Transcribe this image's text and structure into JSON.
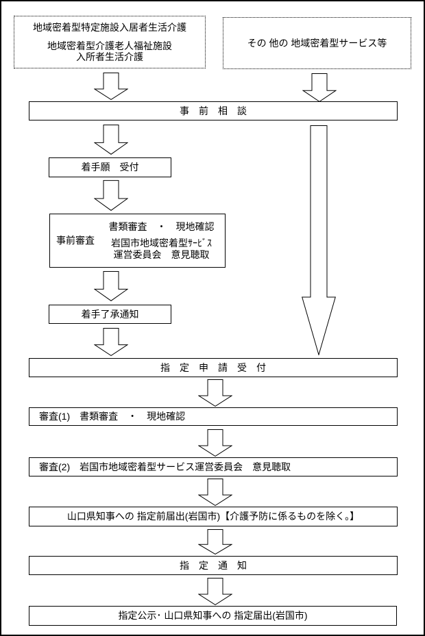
{
  "diagram": {
    "source_left": {
      "line1": "地域密着型特定施設入居者生活介護",
      "line2": "地域密着型介護老人福祉施設",
      "line3": "入所者生活介護"
    },
    "source_right": {
      "label": "その 他の 地域密着型サービス等"
    },
    "steps": {
      "pre_consult": "事　前　相　談",
      "chakushu_uketsuke": "着手願　受付",
      "jizen_shinsa_label": "事前審査",
      "jizen_shinsa_line1": "書類審査　・　現地確認",
      "jizen_shinsa_line2": "岩国市地域密着型ｻｰﾋﾞｽ",
      "jizen_shinsa_line3": "運営委員会　意見聴取",
      "chakushu_ryosho": "着手了承通知",
      "shitei_shinsei": "指　定　申　請　受　付",
      "shinsa1": "審査(1)　書類審査　・　現地確認",
      "shinsa2": "審査(2)　岩国市地域密着型サービス運営委員会　意見聴取",
      "jizen_todokede": "山口県知事への 指定前届出(岩国市)【介護予防に係るものを除く。】",
      "shitei_tsuchi": "指　定　通　知",
      "shitei_koji": "指定公示･ 山口県知事への 指定届出(岩国市)"
    },
    "colors": {
      "line": "#000000",
      "background": "#ffffff"
    }
  }
}
